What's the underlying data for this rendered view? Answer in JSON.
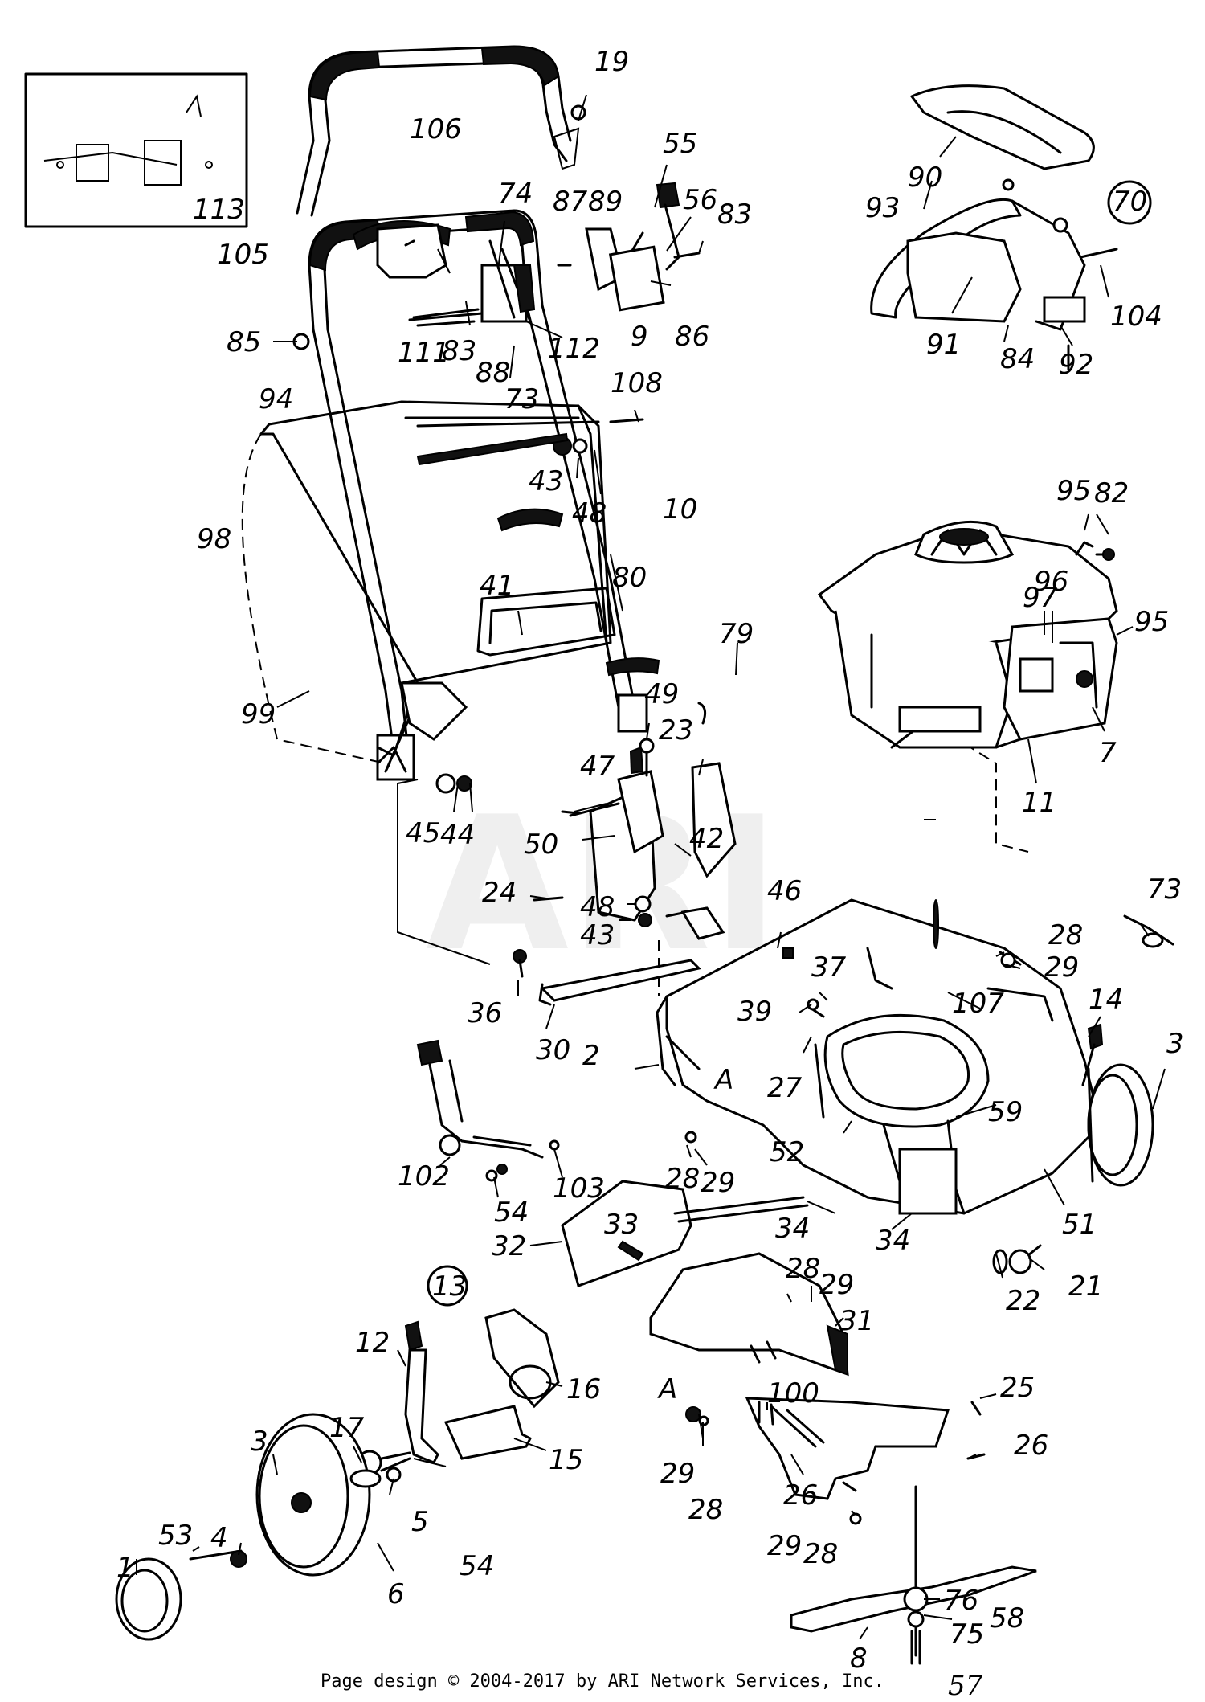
{
  "watermark": "ARI",
  "footer": {
    "credit": "Page design © 2004-2017 by ARI Network Services, Inc.",
    "page_number": "57"
  },
  "callouts": {
    "inset_box": "113",
    "accessory_group": "70",
    "wheel_group": "13"
  },
  "labels": {
    "l106": "106",
    "l19": "19",
    "l55": "55",
    "l56": "56",
    "l83a": "83",
    "l87": "87",
    "l89": "89",
    "l74": "74",
    "l105": "105",
    "l85": "85",
    "l83b": "83",
    "l88": "88",
    "l112": "112",
    "l9": "9",
    "l86": "86",
    "l111": "111",
    "l73a": "73",
    "l94": "94",
    "l108": "108",
    "l43a": "43",
    "l48a": "48",
    "l98": "98",
    "l10": "10",
    "l41": "41",
    "l80": "80",
    "l79": "79",
    "l99": "99",
    "l49": "49",
    "l23": "23",
    "l47": "47",
    "l50": "50",
    "l42": "42",
    "l45": "45",
    "l44": "44",
    "l24": "24",
    "l48b": "48",
    "l43b": "43",
    "l46": "46",
    "l36": "36",
    "l30": "30",
    "l2": "2",
    "lA1": "A",
    "l37": "37",
    "l39": "39",
    "l27": "27",
    "l52": "52",
    "l59": "59",
    "l107": "107",
    "l28a": "28",
    "l29a": "29",
    "l73b": "73",
    "l14": "14",
    "l3a": "3",
    "l102": "102",
    "l103": "103",
    "l54a": "54",
    "l28b": "28",
    "l29b": "29",
    "l32": "32",
    "l33": "33",
    "l34a": "34",
    "l34b": "34",
    "l51": "51",
    "l22": "22",
    "l21": "21",
    "l12": "12",
    "l16": "16",
    "l17": "17",
    "l15": "15",
    "l28c": "28",
    "l29c": "29",
    "l31": "31",
    "lA2": "A",
    "l100": "100",
    "l25": "25",
    "l26a": "26",
    "l26b": "26",
    "l29d": "29",
    "l28d": "28",
    "l29e": "29",
    "l28e": "28",
    "l3b": "3",
    "l53": "53",
    "l4": "4",
    "l1": "1",
    "l5": "5",
    "l6": "6",
    "l54b": "54",
    "l76": "76",
    "l75": "75",
    "l58": "58",
    "l8": "8",
    "l90": "90",
    "l93": "93",
    "l91": "91",
    "l84": "84",
    "l92": "92",
    "l104": "104",
    "l95a": "95",
    "l82": "82",
    "l97": "97",
    "l96": "96",
    "l95b": "95",
    "l7": "7",
    "l11": "11"
  }
}
